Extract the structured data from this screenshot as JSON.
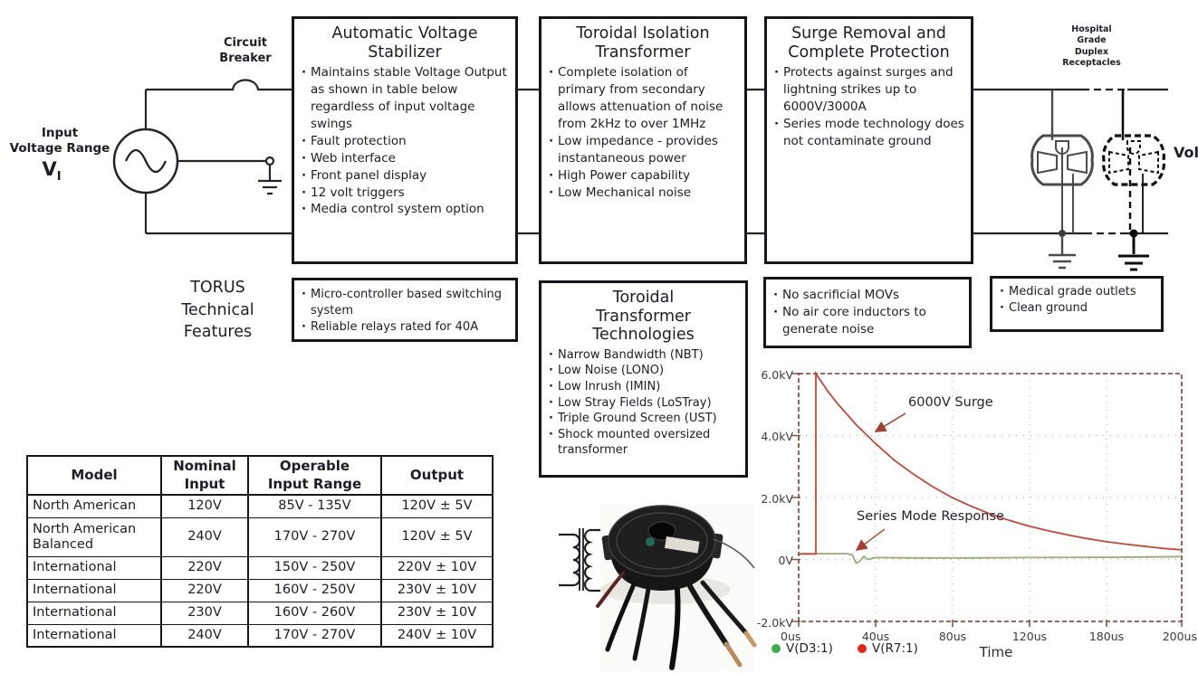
{
  "source": {
    "input_label": "Input\nVoltage Range",
    "input_symbol": "V",
    "input_symbol_sub": "I",
    "circuit_breaker_label": "Circuit\nBreaker"
  },
  "receptacles": {
    "label": "Hospital\nGrade\nDuplex\nReceptacles",
    "vol_label": "Vol"
  },
  "flow_boxes": [
    {
      "title": "Automatic Voltage\nStabilizer",
      "bullets": [
        "Maintains stable Voltage Output as shown in table below regardless of input voltage swings",
        "Fault protection",
        "Web interface",
        "Front panel display",
        "12 volt triggers",
        "Media control system option"
      ]
    },
    {
      "title": "Toroidal Isolation\nTransformer",
      "bullets": [
        "Complete isolation of primary from secondary allows attenuation of noise from 2kHz to over 1MHz",
        "Low impedance - provides instantaneous power",
        "High Power capability",
        "Low Mechanical noise"
      ]
    },
    {
      "title": "Surge Removal and\nComplete Protection",
      "bullets": [
        "Protects against surges and lightning strikes up to 6000V/3000A",
        "Series mode technology does not contaminate ground"
      ]
    }
  ],
  "features_section": {
    "heading": "TORUS\nTechnical\nFeatures",
    "stabilizer_features": [
      "Micro-controller based switching system",
      "Reliable relays rated for 40A"
    ],
    "transformer_tech": {
      "title": "Toroidal\nTransformer\nTechnologies",
      "bullets": [
        "Narrow Bandwidth (NBT)",
        "Low Noise (LONO)",
        "Low Inrush (IMIN)",
        "Low Stray Fields (LoSTray)",
        "Triple Ground Screen (UST)",
        "Shock mounted oversized transformer"
      ]
    },
    "surge_features": [
      "No sacrificial MOVs",
      "No air core inductors to generate noise"
    ],
    "outlet_features": [
      "Medical grade outlets",
      "Clean ground"
    ]
  },
  "spec_table": {
    "headers": [
      "Model",
      "Nominal\nInput",
      "Operable\nInput Range",
      "Output"
    ],
    "rows": [
      [
        "North American",
        "120V",
        "85V - 135V",
        "120V ± 5V"
      ],
      [
        "North American Balanced",
        "240V",
        "170V - 270V",
        "120V ± 5V"
      ],
      [
        "International",
        "220V",
        "150V - 250V",
        "220V ± 10V"
      ],
      [
        "International",
        "220V",
        "160V - 250V",
        "230V ± 10V"
      ],
      [
        "International",
        "230V",
        "160V - 260V",
        "230V ± 10V"
      ],
      [
        "International",
        "240V",
        "170V - 270V",
        "240V ± 10V"
      ]
    ]
  },
  "chart_data": {
    "type": "line",
    "xlabel": "Time",
    "x_tick_labels": [
      "0us",
      "40us",
      "80us",
      "120us",
      "180us",
      "200us"
    ],
    "y_tick_labels": [
      "6.0kV",
      "4.0kV",
      "2.0kV",
      "0V",
      "-2.0kV"
    ],
    "x_range_us": [
      0,
      200
    ],
    "y_range_kV": [
      -2,
      6
    ],
    "grid": "dotted",
    "frame_color": "#8b5349",
    "annotations": [
      {
        "text": "6000V Surge"
      },
      {
        "text": "Series Mode Response"
      }
    ],
    "legend": [
      {
        "label": "V(D3:1)",
        "color": "#3fae49"
      },
      {
        "label": "V(R7:1)",
        "color": "#e02617"
      }
    ],
    "series": [
      {
        "name": "V(D3:1)",
        "color": "#94ad74",
        "points_us_kV": [
          [
            0,
            0.18
          ],
          [
            25,
            0.19
          ],
          [
            28,
            0.15
          ],
          [
            30,
            -0.12
          ],
          [
            32,
            -0.05
          ],
          [
            34,
            0.1
          ],
          [
            36,
            0.0
          ],
          [
            40,
            0.06
          ],
          [
            60,
            0.05
          ],
          [
            90,
            0.05
          ],
          [
            120,
            0.06
          ],
          [
            160,
            0.07
          ],
          [
            200,
            0.09
          ]
        ]
      },
      {
        "name": "V(R7:1)",
        "color": "#c1493b",
        "points_us_kV": [
          [
            0,
            0.18
          ],
          [
            9,
            0.18
          ],
          [
            9,
            6.0
          ],
          [
            15,
            5.45
          ],
          [
            20,
            5.05
          ],
          [
            30,
            4.35
          ],
          [
            40,
            3.75
          ],
          [
            50,
            3.2
          ],
          [
            60,
            2.75
          ],
          [
            70,
            2.35
          ],
          [
            80,
            2.0
          ],
          [
            90,
            1.72
          ],
          [
            100,
            1.47
          ],
          [
            110,
            1.26
          ],
          [
            120,
            1.08
          ],
          [
            130,
            0.93
          ],
          [
            140,
            0.8
          ],
          [
            150,
            0.68
          ],
          [
            160,
            0.58
          ],
          [
            170,
            0.5
          ],
          [
            180,
            0.43
          ],
          [
            190,
            0.36
          ],
          [
            200,
            0.31
          ]
        ]
      }
    ]
  }
}
